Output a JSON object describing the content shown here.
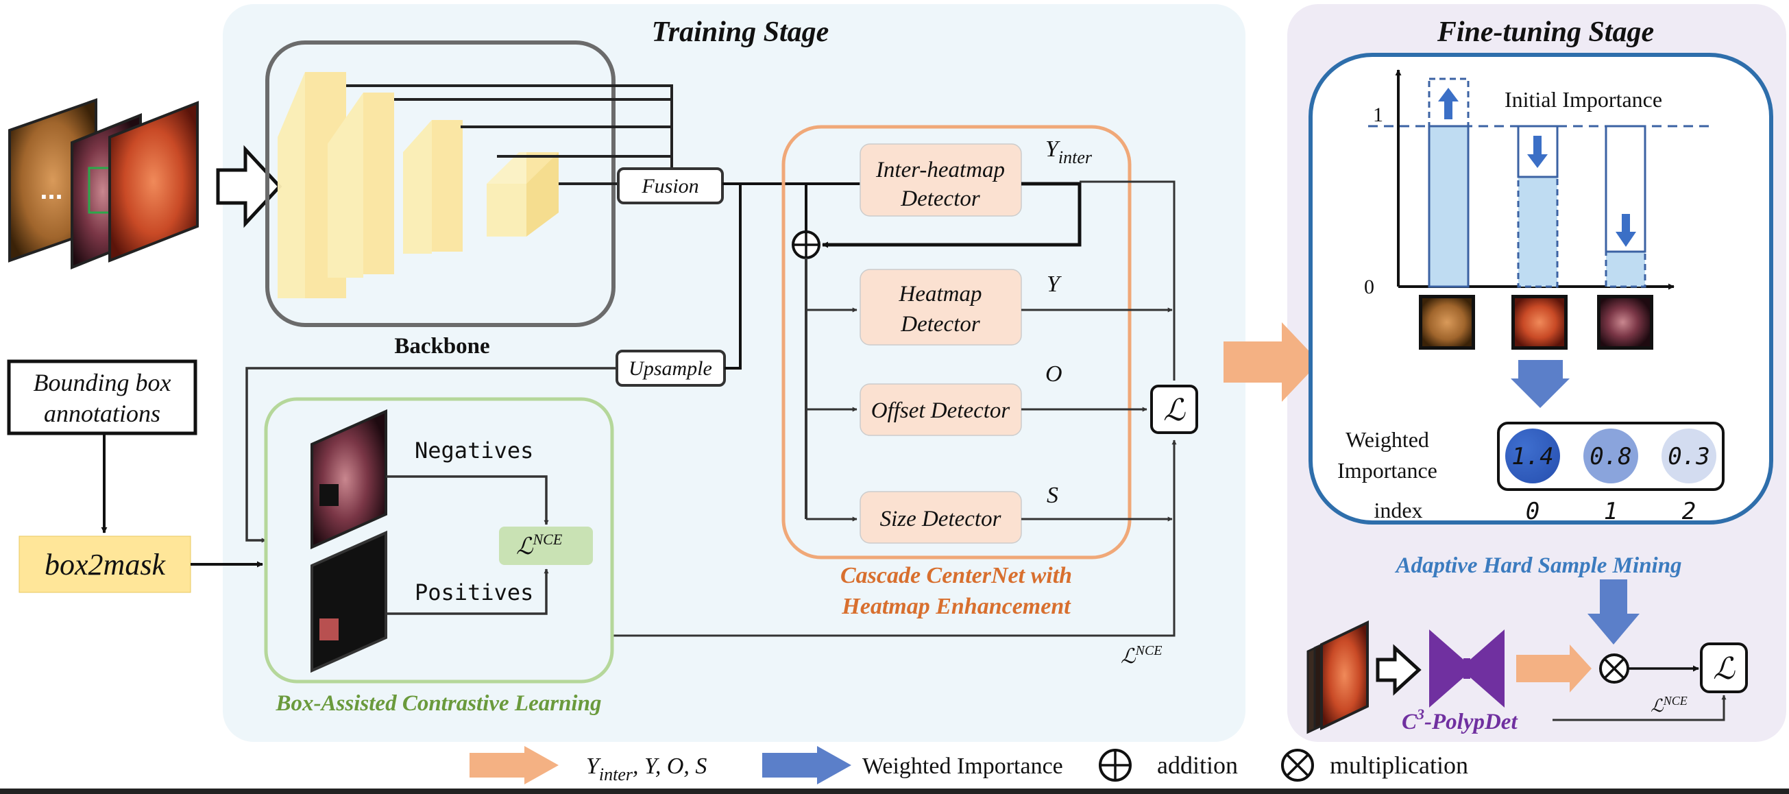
{
  "training": {
    "title": "Training Stage",
    "backbone_label": "Backbone",
    "fusion_label": "Fusion",
    "upsample_label": "Upsample",
    "input_ellipsis": "...",
    "annotation_line1": "Bounding box",
    "annotation_line2": "annotations",
    "box2mask_label": "box2mask"
  },
  "contrastive": {
    "title": "Box-Assisted Contrastive Learning",
    "negatives_label": "Negatives",
    "positives_label": "Positives",
    "nce_base": "ℒ",
    "nce_sup": "NCE"
  },
  "centernet": {
    "title_line1": "Cascade CenterNet with",
    "title_line2": "Heatmap Enhancement",
    "inter_line1": "Inter-heatmap",
    "inter_line2": "Detector",
    "heat_line1": "Heatmap",
    "heat_line2": "Detector",
    "offset_label": "Offset Detector",
    "size_label": "Size Detector",
    "y_inter_base": "Y",
    "y_inter_sub": "inter",
    "y_label": "Y",
    "o_label": "O",
    "s_label": "S",
    "loss_symbol": "ℒ",
    "nce_loss_base": "ℒ",
    "nce_loss_sup": "NCE"
  },
  "finetune": {
    "title": "Fine-tuning Stage",
    "initial_importance": "Initial Importance",
    "y_tick_1": "1",
    "y_tick_0": "0",
    "weighted_line1": "Weighted",
    "weighted_line2": "Importance",
    "index_label": "index",
    "weights": [
      "1.4",
      "0.8",
      "0.3"
    ],
    "indices": [
      "0",
      "1",
      "2"
    ],
    "mining_title": "Adaptive Hard Sample Mining",
    "model_base": "C",
    "model_sup": "3",
    "model_suffix": "-PolypDet",
    "loss_symbol": "ℒ",
    "nce_base": "ℒ",
    "nce_sup": "NCE"
  },
  "legend": {
    "orange_base": "Y",
    "orange_sub": "inter",
    "orange_rest": ", Y, O, S",
    "blue_label": "Weighted Importance",
    "addition_label": "addition",
    "multiplication_label": "multiplication"
  },
  "colors": {
    "training_bg": "#eef6fa",
    "finetune_bg": "#efebf5",
    "orange_arrow": "#f4b183",
    "blue_arrow": "#5b7fc9",
    "detector_fill": "#fbe1d1",
    "centernet_border": "#f0a878",
    "contrastive_border": "#b5d79a",
    "nce_fill": "#c9e2b4",
    "mining_border": "#2e6eab",
    "bar_fill": "#bfdcf2",
    "bar_border": "#3b62a3",
    "box2mask_fill": "#ffe699",
    "backbone_block": "#fbeeb4",
    "model_purple": "#7030a0"
  }
}
